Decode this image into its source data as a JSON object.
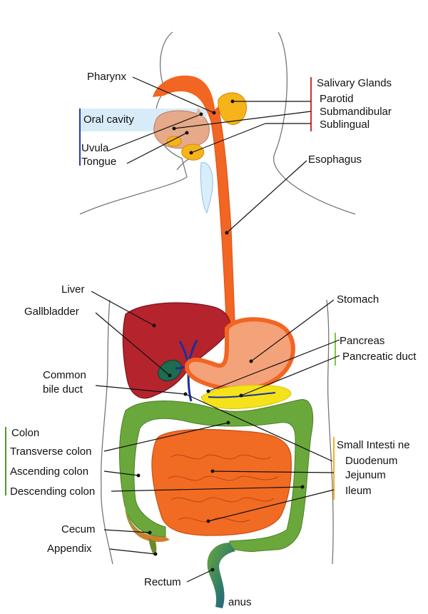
{
  "groups": {
    "salivary": {
      "title": "Salivary Glands",
      "color": "#d32f2f",
      "items": [
        "Parotid",
        "Submandibular",
        "Sublingual"
      ]
    },
    "oral": {
      "title": "Oral cavity",
      "color": "#2a3aa8",
      "items": [
        "Uvula",
        "Tongue"
      ]
    },
    "pancreas": {
      "title": "Pancreas",
      "color": "#7ac943",
      "items": [
        "Pancreatic duct"
      ]
    },
    "colon": {
      "title": "Colon",
      "color": "#4f9a2a",
      "items": [
        "Transverse colon",
        "Ascending colon",
        "Descending colon"
      ]
    },
    "small_intestine": {
      "title": "Small Intesti ne",
      "color": "#f2b01e",
      "items": [
        "Duodenum",
        "Jejunum",
        "Ileum"
      ]
    }
  },
  "labels": {
    "pharynx": "Pharynx",
    "esophagus": "Esophagus",
    "liver": "Liver",
    "gallbladder": "Gallbladder",
    "stomach": "Stomach",
    "common_bile_duct_line1": "Common",
    "common_bile_duct_line2": "bile duct",
    "cecum": "Cecum",
    "appendix": "Appendix",
    "rectum": "Rectum",
    "anus": "anus"
  },
  "colors": {
    "digestive_tract": "#f26522",
    "liver": "#b5232d",
    "gallbladder": "#1d6b50",
    "colon": "#6aa83b",
    "small_intestine": "#f26b23",
    "pancreas": "#f4e21b",
    "salivary_gland": "#f6b41a",
    "bile_duct": "#1a2f9e",
    "oral_cavity_bg": "#d7ecf8"
  }
}
